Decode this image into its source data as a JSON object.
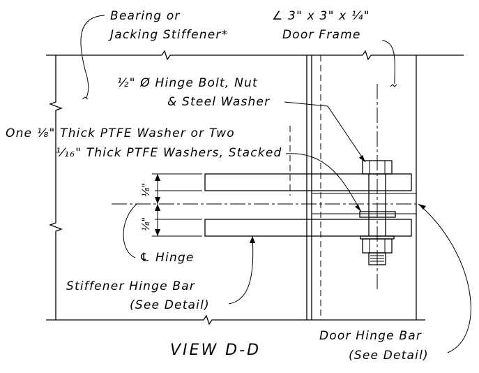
{
  "labels": {
    "bearing_l1": "Bearing or",
    "bearing_l2": "Jacking Stiffener*",
    "angle_l1": "∠ 3\" x 3\" x ¼\"",
    "angle_l2": "Door Frame",
    "bolt_l1": "½\" Ø Hinge Bolt, Nut",
    "bolt_l2": "& Steel Washer",
    "ptfe_l1": "One ⅛\" Thick PTFE Washer or Two",
    "ptfe_l2": "¹⁄₁₆\" Thick PTFE Washers, Stacked",
    "dim_upper": "⅛\"",
    "dim_lower": "⅛\"",
    "hinge_cl": "℄ Hinge",
    "stiff_bar_l1": "Stiffener Hinge Bar",
    "stiff_bar_l2": "(See Detail)",
    "door_bar_l1": "Door Hinge Bar",
    "door_bar_l2": "(See Detail)",
    "view_title": "VIEW D-D"
  }
}
